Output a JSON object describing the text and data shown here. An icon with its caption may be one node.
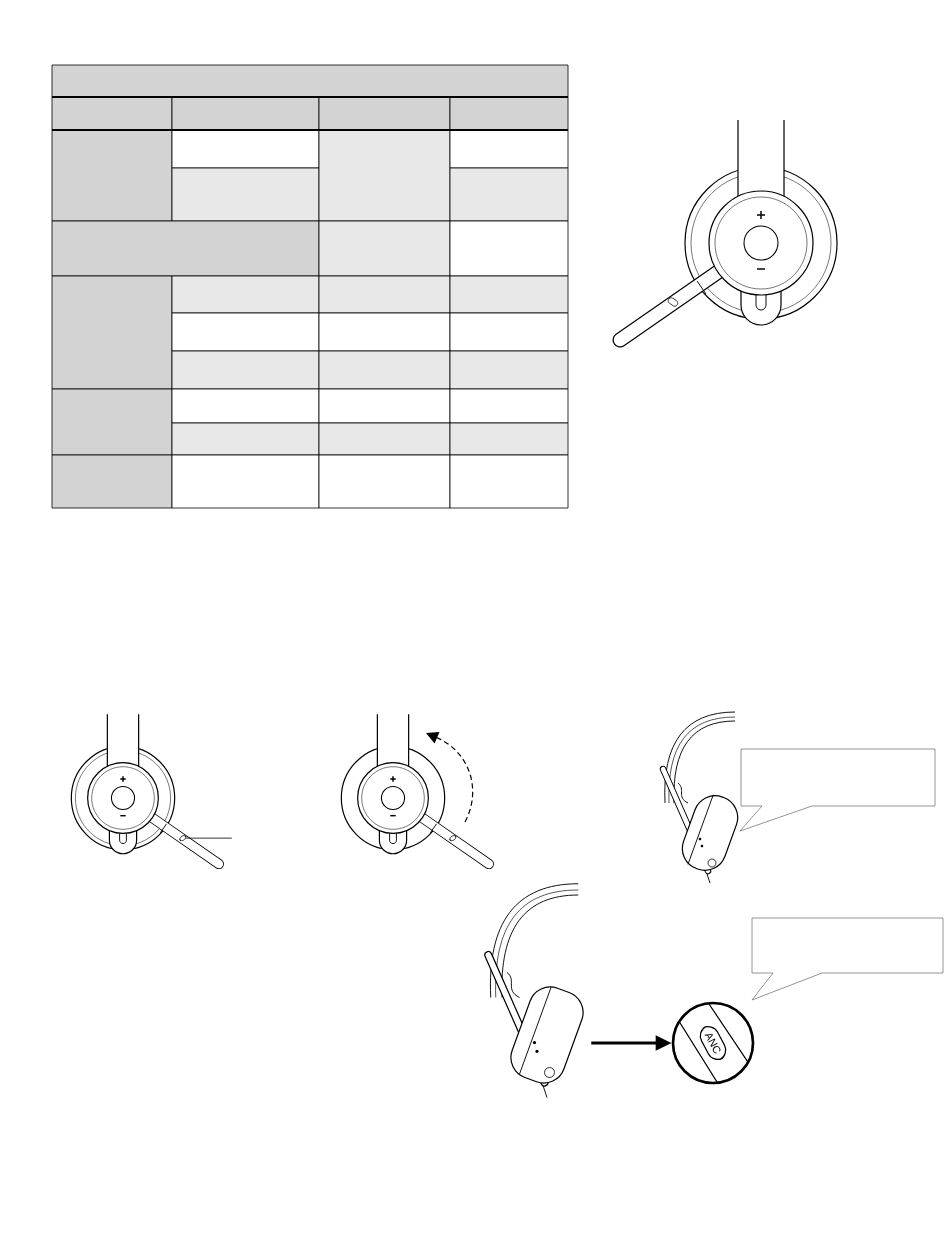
{
  "diagram": {
    "nodes": [
      {
        "text": [],
        "shape": "picture"
      },
      {
        "text": [
          "ANC"
        ]
      },
      {
        "text": [],
        "shape": "callout"
      },
      {
        "text": [],
        "shape": "callout"
      }
    ],
    "edges": [
      {
        "from": 0,
        "to": 1,
        "arrow": "to"
      }
    ]
  }
}
